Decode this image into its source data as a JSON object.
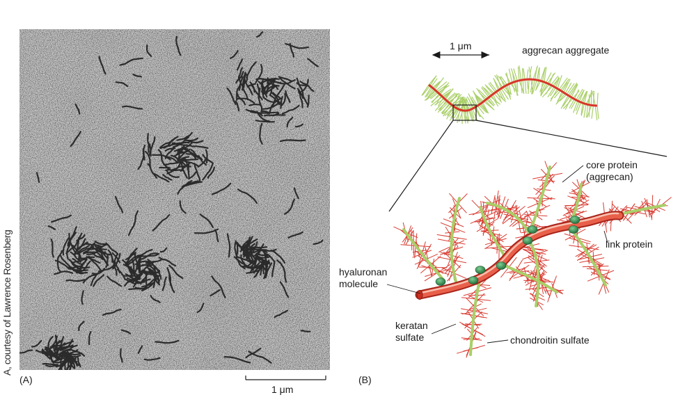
{
  "panel_a": {
    "tag": "(A)",
    "credit": "A, courtesy of Lawrence Rosenberg",
    "scale_bar_label": "1 μm"
  },
  "panel_b": {
    "tag": "(B)",
    "scale_label": "1 μm",
    "aggregate_label": "aggrecan aggregate",
    "labels": {
      "core_protein": "core protein",
      "core_protein_sub": "(aggrecan)",
      "link_protein": "link protein",
      "hyaluronan_1": "hyaluronan",
      "hyaluronan_2": "molecule",
      "keratan_1": "keratan",
      "keratan_2": "sulfate",
      "chondroitin": "chondroitin sulfate"
    }
  },
  "colors": {
    "hyaluronan_red": "#d8352a",
    "core_protein_green": "#a9cf68",
    "link_protein_green": "#2f8a4c",
    "sulfate_red": "#d83a30",
    "micrograph_gray": "#b9b9b9"
  }
}
